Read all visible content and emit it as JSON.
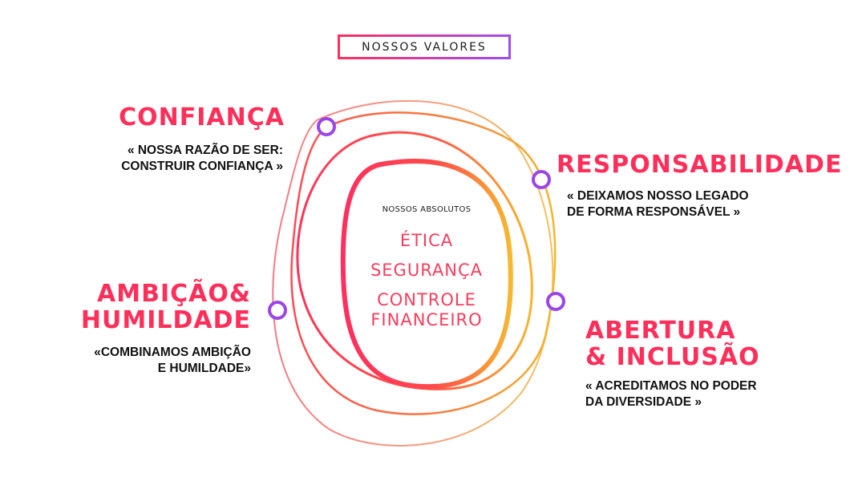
{
  "badge": "NOSSOS VALORES",
  "center": {
    "label": "NOSSOS ABSOLUTOS",
    "items": [
      "ÉTICA",
      "SEGURANÇA",
      "CONTROLE FINANCEIRO"
    ]
  },
  "values": {
    "confianca": {
      "title": "CONFIANÇA",
      "quote": [
        "« NOSSA RAZÃO DE SER:",
        "CONSTRUIR CONFIANÇA »"
      ]
    },
    "responsabilidade": {
      "title": "RESPONSABILIDADE",
      "quote": [
        "« DEIXAMOS NOSSO LEGADO",
        "DE FORMA RESPONSÁVEL »"
      ]
    },
    "ambicao": {
      "title": [
        "AMBIÇÃO&",
        "HUMILDADE"
      ],
      "quote": [
        "«COMBINAMOS AMBIÇÃO",
        "E HUMILDADE»"
      ]
    },
    "abertura": {
      "title": [
        "ABERTURA",
        "& INCLUSÃO"
      ],
      "quote": [
        "« ACREDITAMOS NO PODER",
        "DA DIVERSIDADE »"
      ]
    }
  },
  "colors": {
    "accent_red": "#ff2f5a",
    "accent_purple": "#a04cf0",
    "accent_yellow": "#f7b52c",
    "marker": "#9b45e8"
  }
}
